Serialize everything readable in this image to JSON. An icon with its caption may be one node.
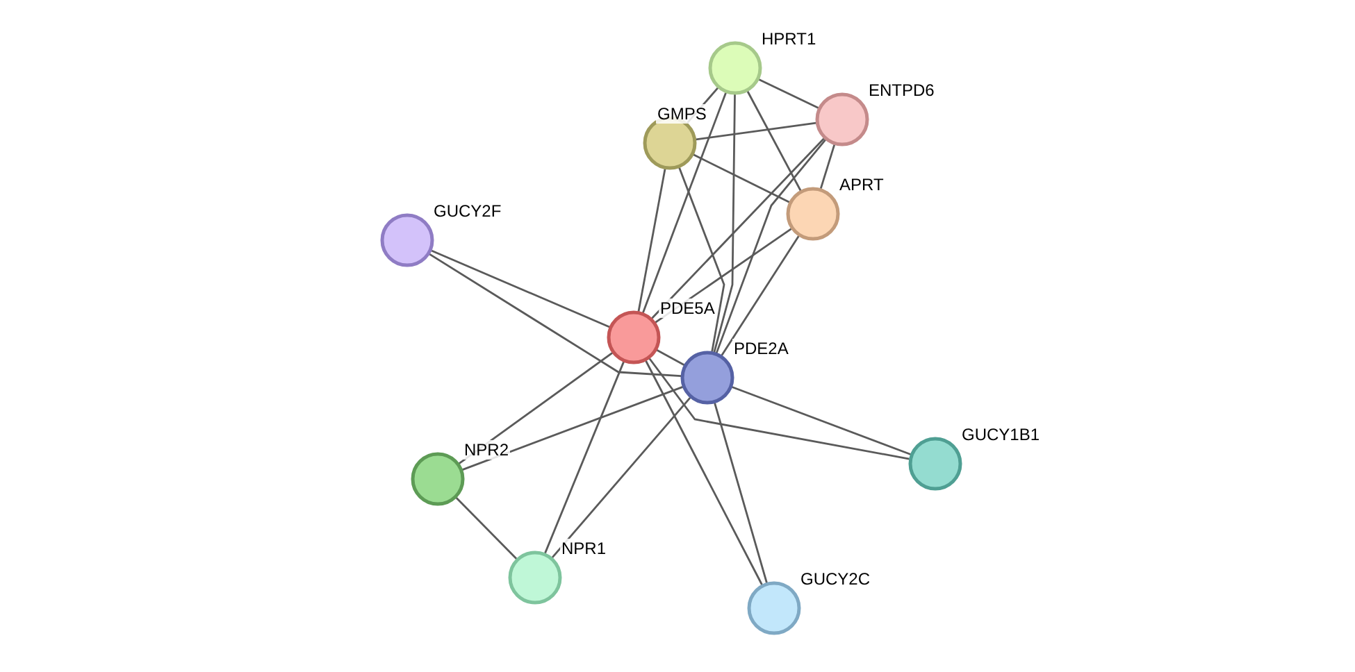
{
  "diagram": {
    "nodes": [
      {
        "text": [
          "HPRT1"
        ]
      },
      {
        "text": [
          "GMPS"
        ]
      },
      {
        "text": [
          "ENTPD6"
        ]
      },
      {
        "text": [
          "APRT"
        ]
      },
      {
        "text": [
          "GUCY2F"
        ]
      },
      {
        "text": [
          "PDE5A"
        ]
      },
      {
        "text": [
          "PDE2A"
        ]
      },
      {
        "text": [
          "NPR2"
        ]
      },
      {
        "text": [
          "GUCY1B1"
        ]
      },
      {
        "text": [
          "NPR1"
        ]
      },
      {
        "text": [
          "GUCY2C"
        ]
      }
    ],
    "edges": [
      {
        "from": 0,
        "to": 1,
        "arrow": "none"
      },
      {
        "from": 0,
        "to": 2,
        "arrow": "none"
      },
      {
        "from": 0,
        "to": 3,
        "arrow": "none"
      },
      {
        "from": 0,
        "to": 5,
        "arrow": "none"
      },
      {
        "from": 0,
        "to": 6,
        "arrow": "none"
      },
      {
        "from": 1,
        "to": 2,
        "arrow": "none"
      },
      {
        "from": 1,
        "to": 3,
        "arrow": "none"
      },
      {
        "from": 1,
        "to": 5,
        "arrow": "none"
      },
      {
        "from": 1,
        "to": 6,
        "arrow": "none"
      },
      {
        "from": 2,
        "to": 3,
        "arrow": "none"
      },
      {
        "from": 2,
        "to": 5,
        "arrow": "none"
      },
      {
        "from": 2,
        "to": 6,
        "arrow": "none"
      },
      {
        "from": 3,
        "to": 5,
        "arrow": "none"
      },
      {
        "from": 3,
        "to": 6,
        "arrow": "none"
      },
      {
        "from": 4,
        "to": 5,
        "arrow": "none"
      },
      {
        "from": 4,
        "to": 6,
        "arrow": "none"
      },
      {
        "from": 5,
        "to": 6,
        "arrow": "none"
      },
      {
        "from": 5,
        "to": 8,
        "arrow": "none"
      },
      {
        "from": 6,
        "to": 8,
        "arrow": "none"
      },
      {
        "from": 5,
        "to": 7,
        "arrow": "none"
      },
      {
        "from": 5,
        "to": 9,
        "arrow": "none"
      },
      {
        "from": 5,
        "to": 10,
        "arrow": "none"
      },
      {
        "from": 6,
        "to": 7,
        "arrow": "none"
      },
      {
        "from": 6,
        "to": 9,
        "arrow": "none"
      },
      {
        "from": 6,
        "to": 10,
        "arrow": "none"
      },
      {
        "from": 7,
        "to": 9,
        "arrow": "none"
      }
    ]
  }
}
